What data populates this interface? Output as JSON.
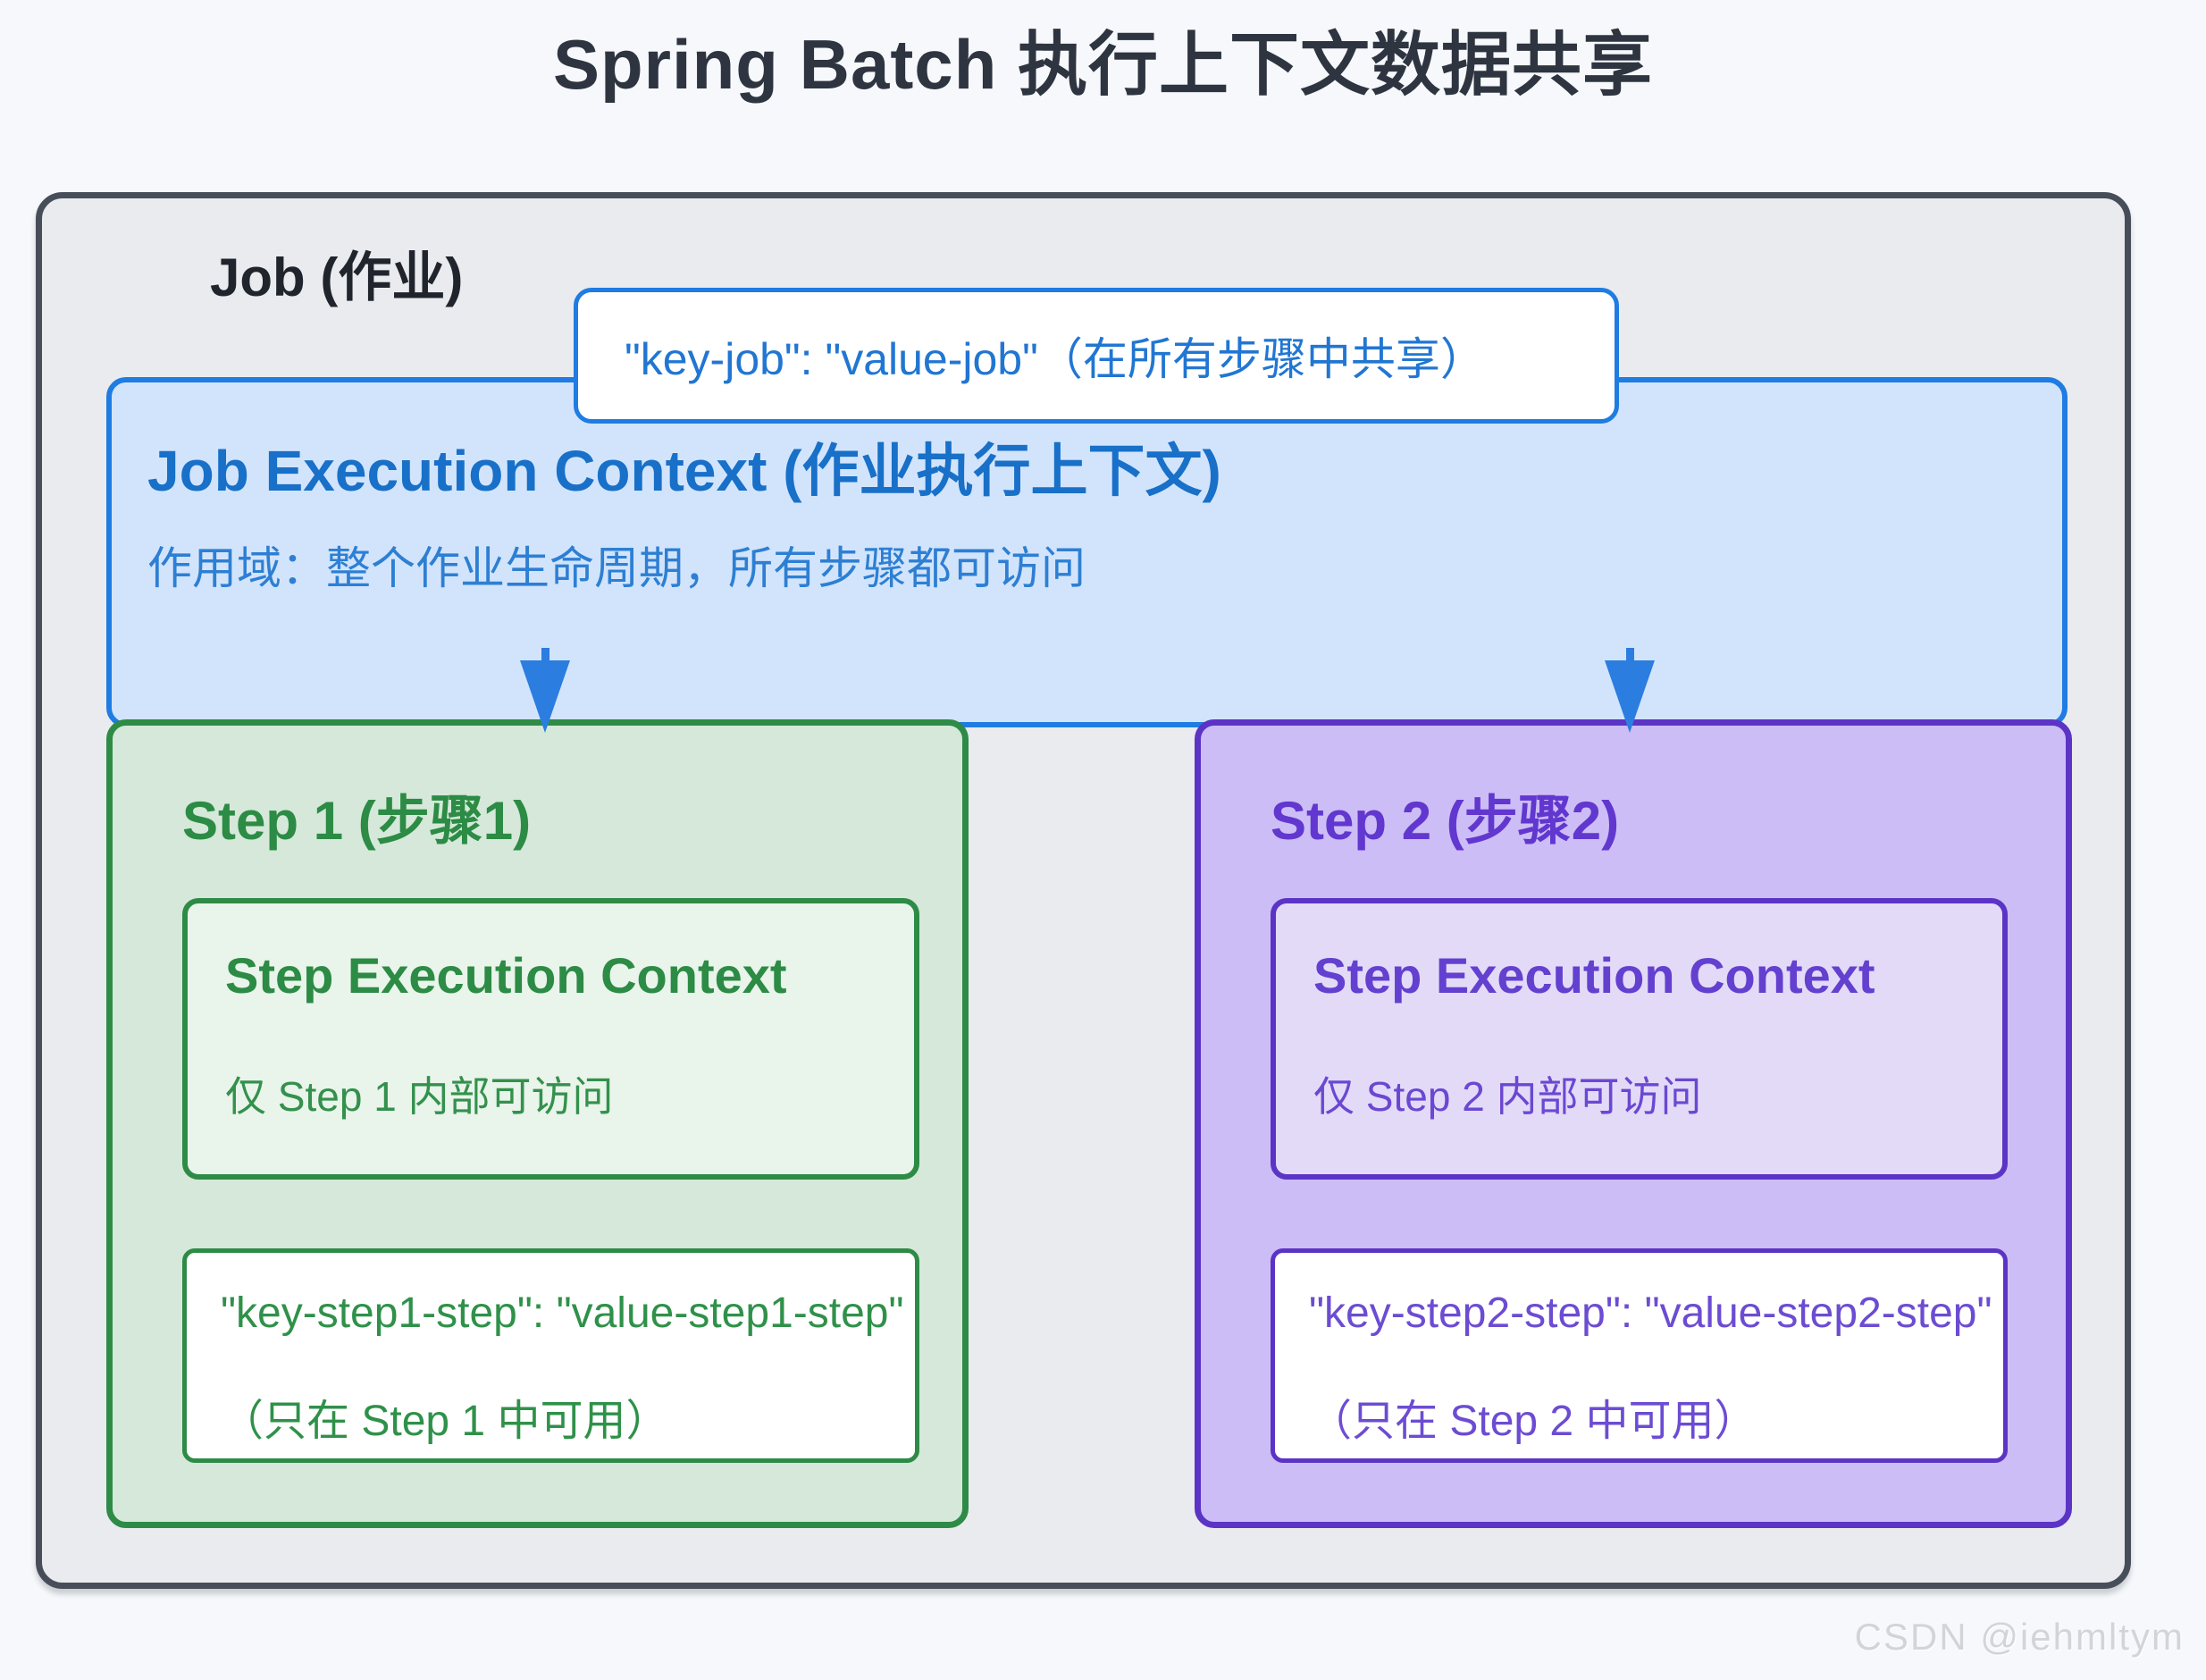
{
  "page": {
    "title": "Spring Batch 执行上下文数据共享",
    "watermark": "CSDN @iehmltym"
  },
  "job": {
    "label": "Job (作业)",
    "kv_callout": "\"key-job\": \"value-job\"（在所有步骤中共享）",
    "execution_context": {
      "title": "Job Execution Context (作业执行上下文)",
      "scope": "作用域：整个作业生命周期，所有步骤都可访问"
    }
  },
  "steps": [
    {
      "title": "Step 1 (步骤1)",
      "context_title": "Step Execution Context",
      "context_scope": "仅 Step 1 内部可访问",
      "kv": "\"key-step1-step\": \"value-step1-step\"",
      "kv_note": "（只在 Step 1 中可用）"
    },
    {
      "title": "Step 2 (步骤2)",
      "context_title": "Step Execution Context",
      "context_scope": "仅 Step 2 内部可访问",
      "kv": "\"key-step2-step\": \"value-step2-step\"",
      "kv_note": "（只在 Step 2 中可用）"
    }
  ],
  "colors": {
    "page-bg": "#f6f8fb",
    "outer-bg": "#e9ebee",
    "outer-border": "#474e59",
    "blue": "#1e7ce2",
    "blue-bg": "#d2e4fc",
    "arrow": "#2b7de0",
    "green": "#2e8b46",
    "green-bg": "#d5e8d9",
    "green-inner-bg": "#e9f4eb",
    "purple": "#5b34c6",
    "purple-bg": "#ccbdf6",
    "purple-inner-bg": "#e3daf8"
  }
}
